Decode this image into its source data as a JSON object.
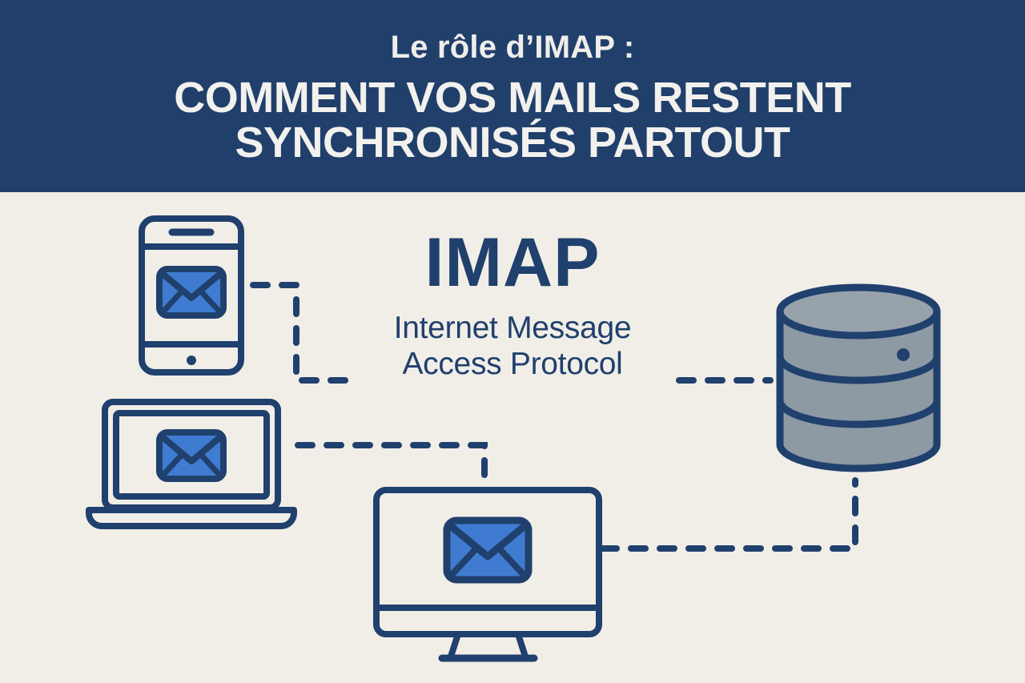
{
  "header": {
    "kicker": "Le rôle d’IMAP :",
    "headline_line1": "COMMENT VOS MAILS RESTENT",
    "headline_line2": "SYNCHRONISÉS PARTOUT",
    "background_color": "#213f6b",
    "text_color": "#f1f0ec"
  },
  "page": {
    "background_color": "#f1eee8",
    "outline_color": "#20406d",
    "envelope_fill": "#3f7cd1",
    "server_fill": "#8d99a3"
  },
  "center": {
    "acronym": "IMAP",
    "expansion_line1": "Internet Message",
    "expansion_line2": "Access Protocol"
  },
  "devices": [
    {
      "id": "phone",
      "name": "smartphone",
      "label": "Smartphone with email",
      "icon": "phone-icon"
    },
    {
      "id": "laptop",
      "name": "laptop",
      "label": "Laptop with email",
      "icon": "laptop-icon"
    },
    {
      "id": "desktop",
      "name": "desktop-monitor",
      "label": "Desktop monitor with email",
      "icon": "monitor-icon"
    },
    {
      "id": "server",
      "name": "mail-server",
      "label": "Mail server database",
      "icon": "database-icon"
    }
  ],
  "connectors": [
    {
      "id": "phone-to-imap",
      "from": "phone",
      "to": "imap",
      "style": "dashed"
    },
    {
      "id": "laptop-to-desktop",
      "from": "laptop",
      "to": "desktop",
      "style": "dashed"
    },
    {
      "id": "imap-to-server",
      "from": "imap",
      "to": "server",
      "style": "dashed"
    },
    {
      "id": "desktop-to-server",
      "from": "desktop",
      "to": "server",
      "style": "dashed"
    }
  ]
}
